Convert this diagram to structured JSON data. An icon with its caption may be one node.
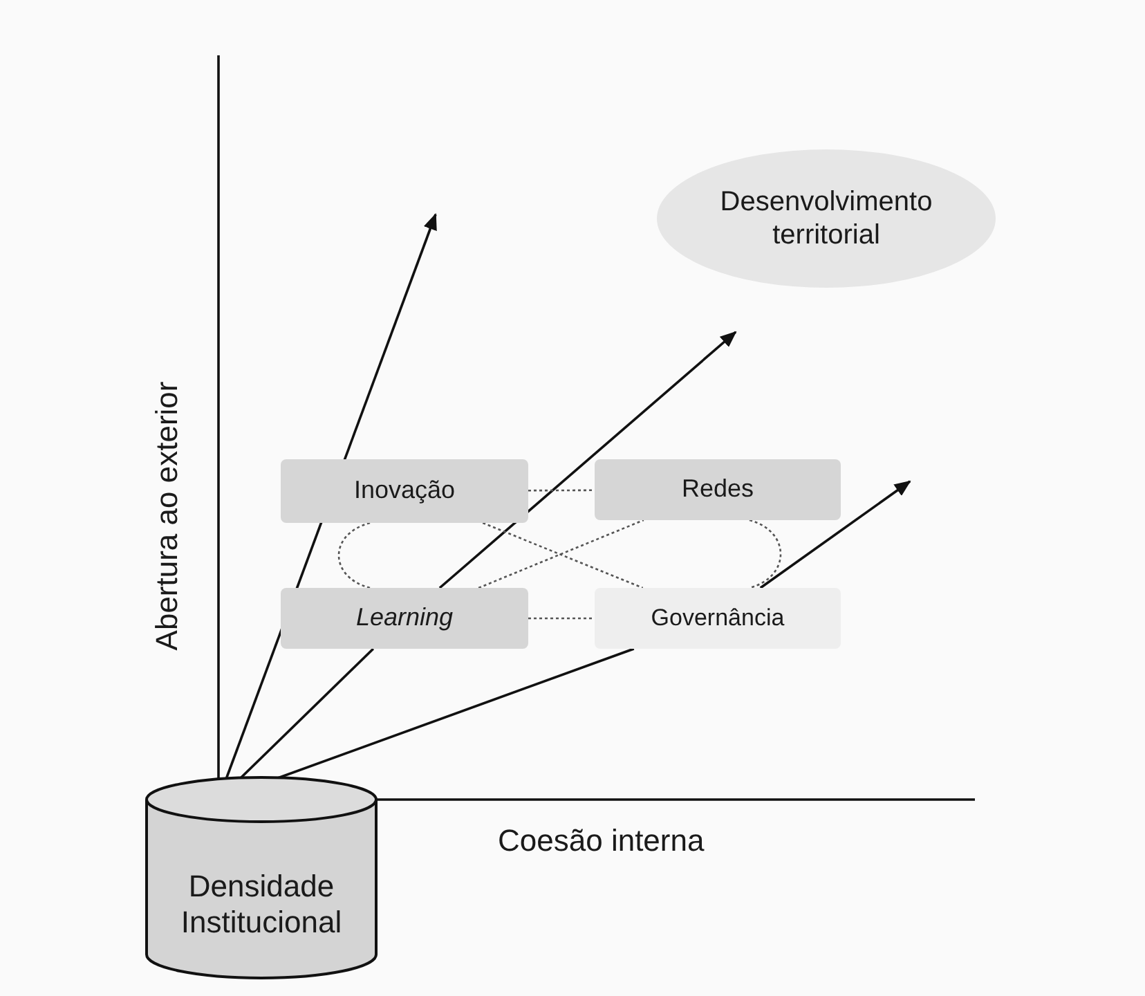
{
  "diagram": {
    "nodes": [
      {
        "text": [
          "Densidade Institucional"
        ]
      },
      {
        "text": [
          "Desenvolvimento territorial"
        ]
      },
      {
        "text": [
          "Inovação"
        ]
      },
      {
        "text": [
          "Redes"
        ]
      },
      {
        "text": [
          "Learning"
        ]
      },
      {
        "text": [
          "Governância"
        ]
      }
    ],
    "edges": [
      {
        "from": 0,
        "to": null,
        "arrow": "to"
      },
      {
        "from": 0,
        "to": 4,
        "arrow": "none"
      },
      {
        "from": 4,
        "to": null,
        "arrow": "to"
      },
      {
        "from": 0,
        "to": 5,
        "arrow": "none"
      },
      {
        "from": 5,
        "to": null,
        "arrow": "to"
      },
      {
        "from": 2,
        "to": 3,
        "arrow": "none",
        "style": "dashed"
      },
      {
        "from": 4,
        "to": 5,
        "arrow": "none",
        "style": "dashed"
      },
      {
        "from": 2,
        "to": 5,
        "arrow": "none",
        "style": "dashed"
      },
      {
        "from": 4,
        "to": 3,
        "arrow": "none",
        "style": "dashed"
      },
      {
        "from": 2,
        "to": 4,
        "arrow": "none",
        "style": "dashed"
      },
      {
        "from": 3,
        "to": 5,
        "arrow": "none",
        "style": "dashed"
      }
    ],
    "labels": [
      "Abertura ao exterior",
      "Coesão interna"
    ]
  }
}
